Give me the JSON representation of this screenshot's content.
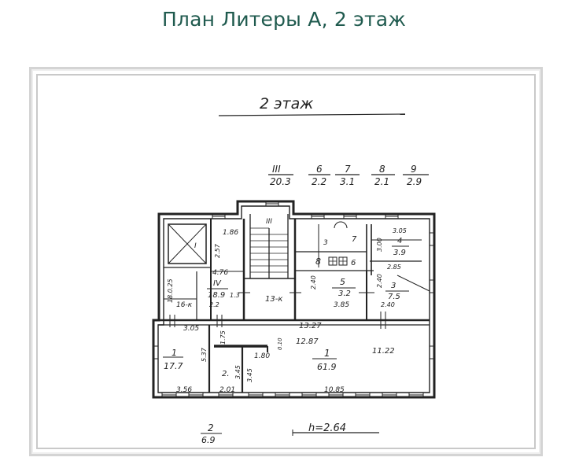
{
  "title": "План Литеры А, 2 этаж",
  "plan": {
    "floor_heading": "2 этаж",
    "legend": [
      {
        "id": "III",
        "area": "20.3"
      },
      {
        "id": "6",
        "area": "2.2"
      },
      {
        "id": "7",
        "area": "3.1"
      },
      {
        "id": "8",
        "area": "2.1"
      },
      {
        "id": "9",
        "area": "2.9"
      }
    ],
    "rooms": {
      "r1_left": {
        "num": "1",
        "area": "17.7"
      },
      "r1_main": {
        "num": "1",
        "area": "61.9"
      },
      "r2_small": {
        "num": "2."
      },
      "rIV": {
        "num": "IV",
        "area": "18.9"
      },
      "r5": {
        "num": "5",
        "area": "3.2"
      },
      "r4": {
        "num": "4",
        "area": "3.9"
      },
      "r3": {
        "num": "3",
        "area": "7.5"
      },
      "r3_small": {
        "num": "3"
      },
      "r7": {
        "num": "7"
      },
      "r8": {
        "num": "8"
      },
      "r6": {
        "num": "6"
      },
      "rIII": {
        "num": "III"
      },
      "rI": {
        "num": "I"
      },
      "lk1": "13-к",
      "lk2": "16-к"
    },
    "dims": {
      "d186": "1.86",
      "d257": "2.57",
      "d476": "4.76",
      "d1025": "18.0.25",
      "d13": "1.3",
      "d22": "2.2",
      "d305a": "3.05",
      "d300": "3.00",
      "d285": "2.85",
      "d240a": "2.40",
      "d240b": "2.40",
      "d385": "3.85",
      "d240c": "2.40",
      "d305b": "3.05",
      "d1327": "13.27",
      "d1287": "12.87",
      "d537": "5.37",
      "d175": "1.75",
      "d010": "0.10",
      "d180": "1.80",
      "d345a": "3.45",
      "d345b": "3.45",
      "d1122": "11.22",
      "d356": "3.56",
      "d201": "2.01",
      "d1085": "10.85"
    },
    "below": {
      "num": "2",
      "area": "6.9"
    },
    "height_note": "h=2.64"
  }
}
